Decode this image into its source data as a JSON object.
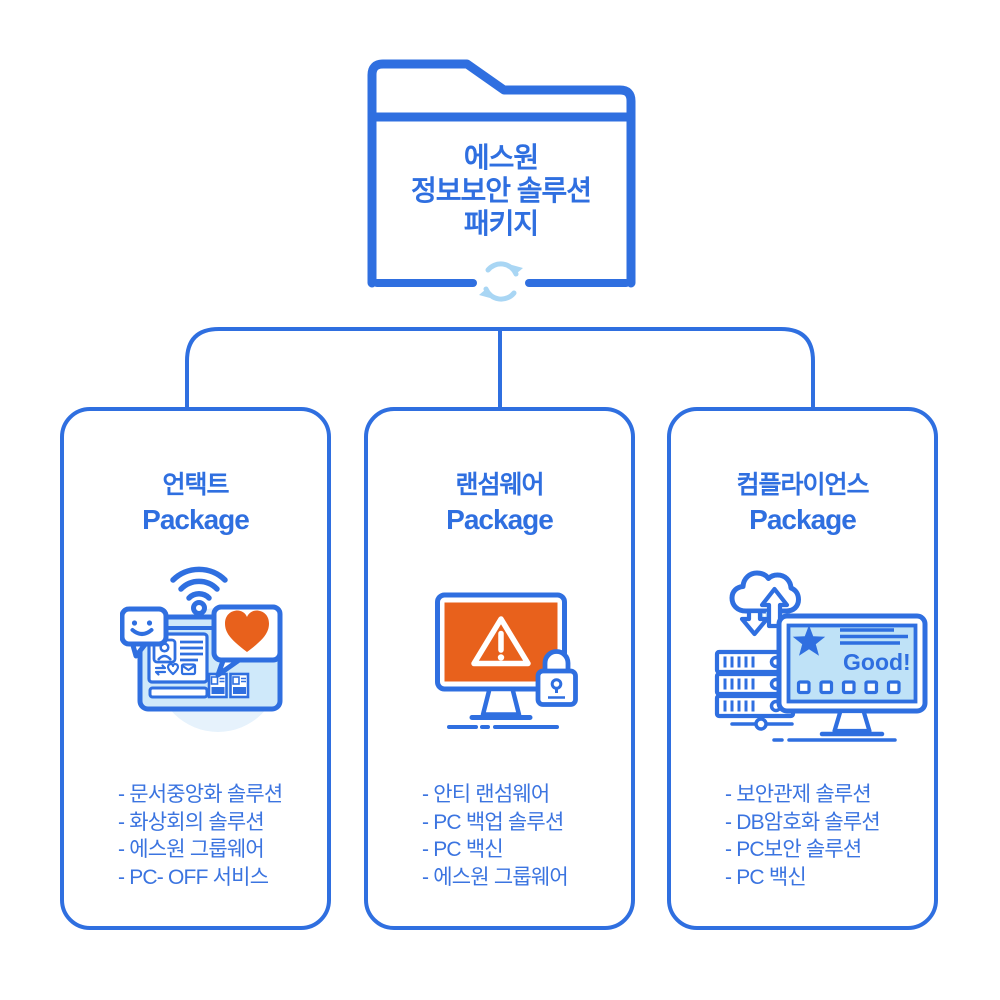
{
  "diagram": {
    "root": {
      "icon": "folder-icon",
      "badge_icon": "sync-icon",
      "title_lines": [
        "에스원",
        "정보보안 솔루션",
        "패키지"
      ]
    },
    "boxes": [
      {
        "title_ko": "언택트",
        "title_en": "Package",
        "icon": "untact-communication-icon",
        "items": [
          "- 문서중앙화 솔루션",
          "- 화상회의 솔루션",
          "- 에스원 그룹웨어",
          "- PC- OFF 서비스"
        ]
      },
      {
        "title_ko": "랜섬웨어",
        "title_en": "Package",
        "icon": "ransomware-warning-lock-icon",
        "items": [
          "- 안티 랜섬웨어",
          "- PC 백업 솔루션",
          "- PC 백신",
          "- 에스원 그룹웨어"
        ]
      },
      {
        "title_ko": "컴플라이언스",
        "title_en": "Package",
        "icon": "compliance-server-monitor-icon",
        "icon_text": "Good!",
        "items": [
          "- 보안관제 솔루션",
          "- DB암호화 솔루션",
          "- PC보안 솔루션",
          "- PC 백신"
        ]
      }
    ],
    "colors": {
      "primary_blue": "#2f6fe0",
      "list_text_blue": "#3b74e0",
      "light_blue_fill": "#cfe9fa",
      "screen_blue_fill": "#bfe2f7",
      "pale_circle_fill": "#e6f2fc",
      "sync_light_blue": "#a9d6f4",
      "accent_orange": "#e8611c",
      "background": "#ffffff"
    }
  }
}
